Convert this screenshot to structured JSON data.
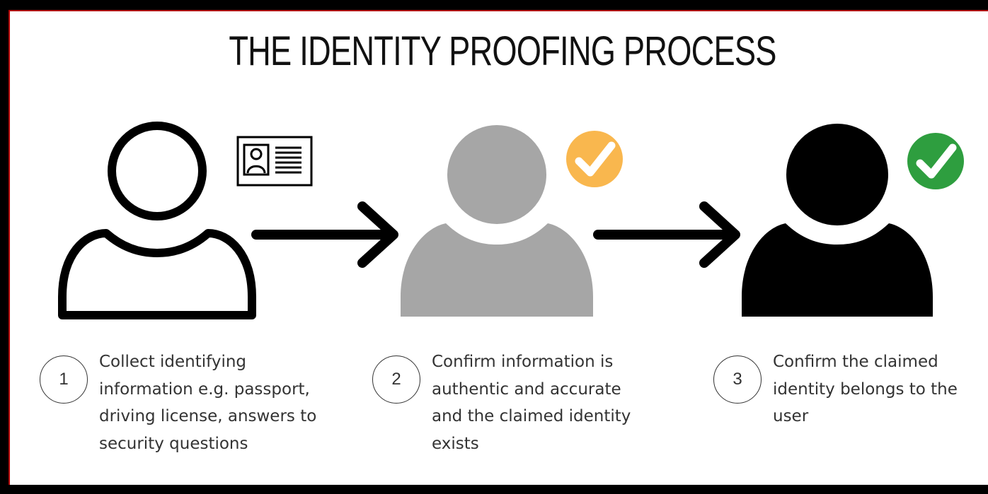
{
  "title": "THE IDENTITY PROOFING PROCESS",
  "colors": {
    "outline_person": "#000000",
    "gray_person": "#a6a6a6",
    "black_person": "#000000",
    "orange_check": "#f9b74e",
    "green_check": "#2e9e3f",
    "frame_red": "#b00000"
  },
  "icons": [
    "person-outline-icon",
    "id-card-icon",
    "arrow-right-icon",
    "person-gray-icon",
    "orange-check-icon",
    "person-black-icon",
    "green-check-icon"
  ],
  "steps": [
    {
      "number": "1",
      "text": "Collect identifying\ninformation e.g. passport,\ndriving license, answers to\nsecurity questions"
    },
    {
      "number": "2",
      "text": "Confirm information is\nauthentic and accurate\nand the claimed identity\nexists"
    },
    {
      "number": "3",
      "text": "Confirm the claimed\nidentity belongs to the\nuser"
    }
  ]
}
